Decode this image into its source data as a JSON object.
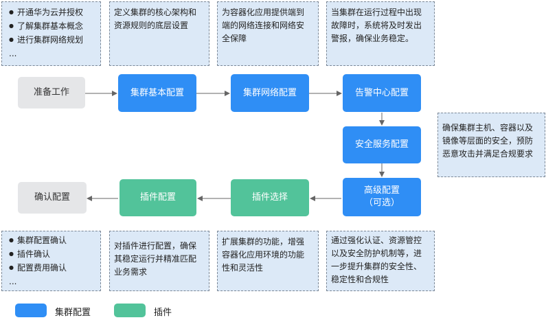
{
  "notes": {
    "prepare": [
      "开通华为云并授权",
      "了解集群基本概念",
      "进行集群网络规划",
      "..."
    ],
    "basic": [
      "定义集群的核心架构和",
      "资源规则的底层设置"
    ],
    "network": [
      "为容器化应用提供端到",
      "端的网络连接和网络安",
      "全保障"
    ],
    "alarm": [
      "当集群在运行过程中出现",
      "故障时，系统将及时发出",
      "警报，确保业务稳定。"
    ],
    "security": [
      "确保集群主机、容器以及",
      "镜像等层面的安全，预防",
      "恶意攻击并满足合规要求"
    ],
    "confirm": [
      "集群配置确认",
      "插件确认",
      "配置费用确认",
      "..."
    ],
    "addon_config": [
      "对插件进行配置，确保",
      "其稳定运行并精准匹配",
      "业务需求"
    ],
    "addon_select": [
      "扩展集群的功能，增强",
      "容器化应用环境的功能",
      "性和灵活性"
    ],
    "advanced": [
      "通过强化认证、资源管控",
      "以及安全防护机制等，进",
      "一步提升集群的安全性、",
      "稳定性和合规性"
    ]
  },
  "steps": {
    "prepare": "准备工作",
    "basic": "集群基本配置",
    "network": "集群网络配置",
    "alarm": "告警中心配置",
    "security": "安全服务配置",
    "advanced_line1": "高级配置",
    "advanced_line2": "（可选）",
    "addon_select": "插件选择",
    "addon_config": "插件配置",
    "confirm": "确认配置"
  },
  "legend": {
    "cluster": "集群配置",
    "addon": "插件"
  },
  "colors": {
    "cluster": "#2f8ef5",
    "addon": "#52c39a",
    "neutral": "#e5e6e8",
    "note_bg": "#dce9f7"
  }
}
